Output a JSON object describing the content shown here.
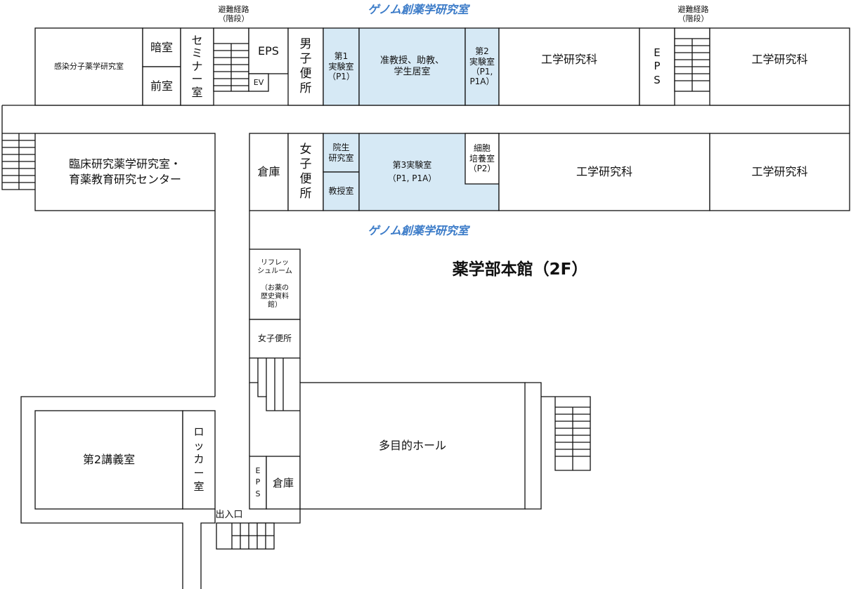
{
  "map_title": "薬学部本館（2F）",
  "group_label": "ゲノム創薬学研究室",
  "evac_route": "避難経路\n（階段）",
  "colors": {
    "lab_fill": "#d6e9f5",
    "group_text": "#3b7bc8"
  },
  "rooms": {
    "kansen": "感染分子薬学研究室",
    "anshitsu": "暗室",
    "zenshitsu": "前室",
    "seminar": "セ\nミ\nナ\nー\n室",
    "eps_top": "EPS",
    "ev": "EV",
    "mens_wc": "男\n子\n便\n所",
    "lab1": "第1\n実験室\n（P1）",
    "staff": "准教授、助教、\n学生居室",
    "lab2": "第2\n実験室\n（P1,\nP1A）",
    "eng1": "工学研究科",
    "eps_right": "E\nP\nS",
    "eng2": "工学研究科",
    "rinsho": "臨床研究薬学研究室・\n育薬教育研究センター",
    "souko1": "倉庫",
    "womens_wc1": "女\n子\n便\n所",
    "grad": "院生\n研究室",
    "prof": "教授室",
    "lab3": "第3実験室\n（P1, P1A）",
    "cell": "細胞\n培養室\n（P2）",
    "eng3": "工学研究科",
    "eng4": "工学研究科",
    "refresh": "リフレッ\nシュルーム\n\n（お薬の\n歴史資料\n館）",
    "womens_wc2": "女子便所",
    "hall": "多目的ホール",
    "lecture2": "第2講義室",
    "locker": "ロ\nッ\nカ\nー\n室",
    "eps_bottom": "E\nP\nS",
    "souko2": "倉庫",
    "entrance": "出入口"
  }
}
